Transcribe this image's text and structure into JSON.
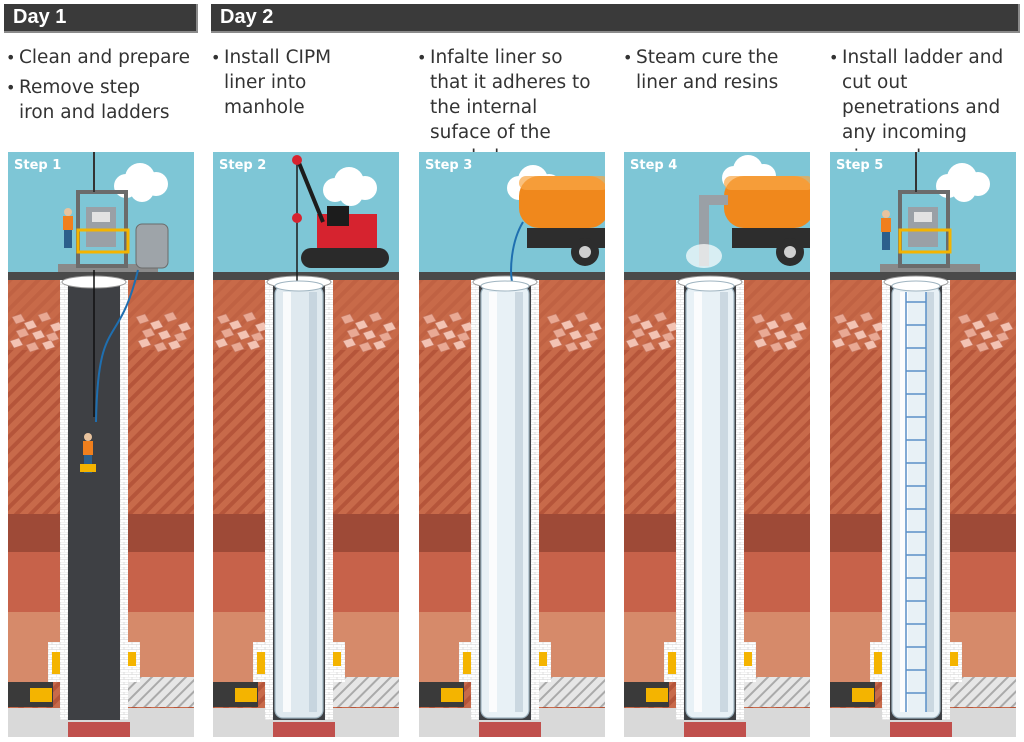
{
  "days": [
    {
      "label": "Day 1"
    },
    {
      "label": "Day 2"
    }
  ],
  "steps": [
    {
      "label": "Step 1",
      "bullets": [
        "Clean and prepare",
        "Remove step iron and ladders"
      ]
    },
    {
      "label": "Step 2",
      "bullets": [
        "Install CIPM liner into manhole"
      ]
    },
    {
      "label": "Step 3",
      "bullets": [
        "Infalte liner so that it adheres to the internal suface of the manhole"
      ]
    },
    {
      "label": "Step 4",
      "bullets": [
        "Steam cure the liner and resins"
      ]
    },
    {
      "label": "Step 5",
      "bullets": [
        "Install ladder and cut out penetrations and any incoming pipework"
      ]
    }
  ],
  "colors": {
    "sky": "#7ec6d6",
    "soil_light": "#c86a4a",
    "soil_dark": "#b5553a",
    "shaft": "#3e4044",
    "liner": "#dfe9ef",
    "tanker": "#f0881c",
    "crane": "#d6232f",
    "bar": "#3a3a3a"
  }
}
